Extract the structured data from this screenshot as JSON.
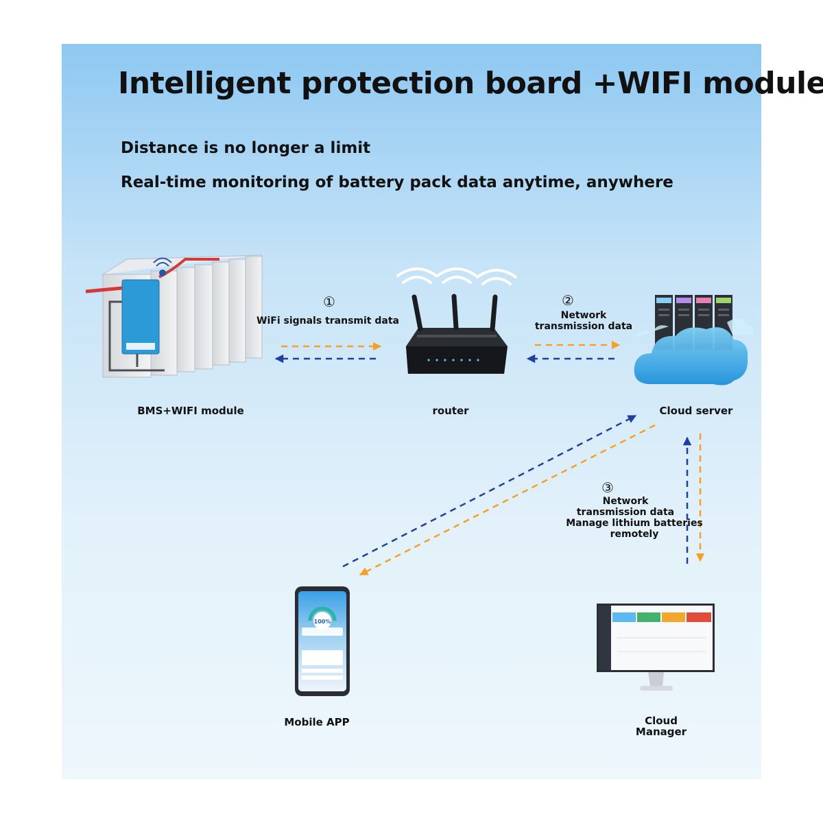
{
  "title": "Intelligent protection board +WIFI module",
  "subtitle1": "Distance is no longer a limit",
  "subtitle2": "Real-time monitoring of battery pack data anytime, anywhere",
  "nodes": {
    "bms": "BMS+WIFI module",
    "router": "router",
    "cloud_server": "Cloud server",
    "mobile_app": "Mobile APP",
    "cloud_manager_line1": "Cloud",
    "cloud_manager_line2": "Manager"
  },
  "links": {
    "step1_number": "①",
    "step1_text": "WiFi signals transmit data",
    "step2_number": "②",
    "step2_line1": "Network",
    "step2_line2": "transmission data",
    "step3_number": "③",
    "step3_line1": "Network",
    "step3_line2": "transmission data",
    "step3_line3": "Manage lithium batteries remotely"
  },
  "phone_screen": {
    "percent": "100%"
  },
  "colors": {
    "orange_arrow": "#f5a025",
    "blue_arrow": "#1f3f9e",
    "bms_board": "#2d9ad8"
  }
}
